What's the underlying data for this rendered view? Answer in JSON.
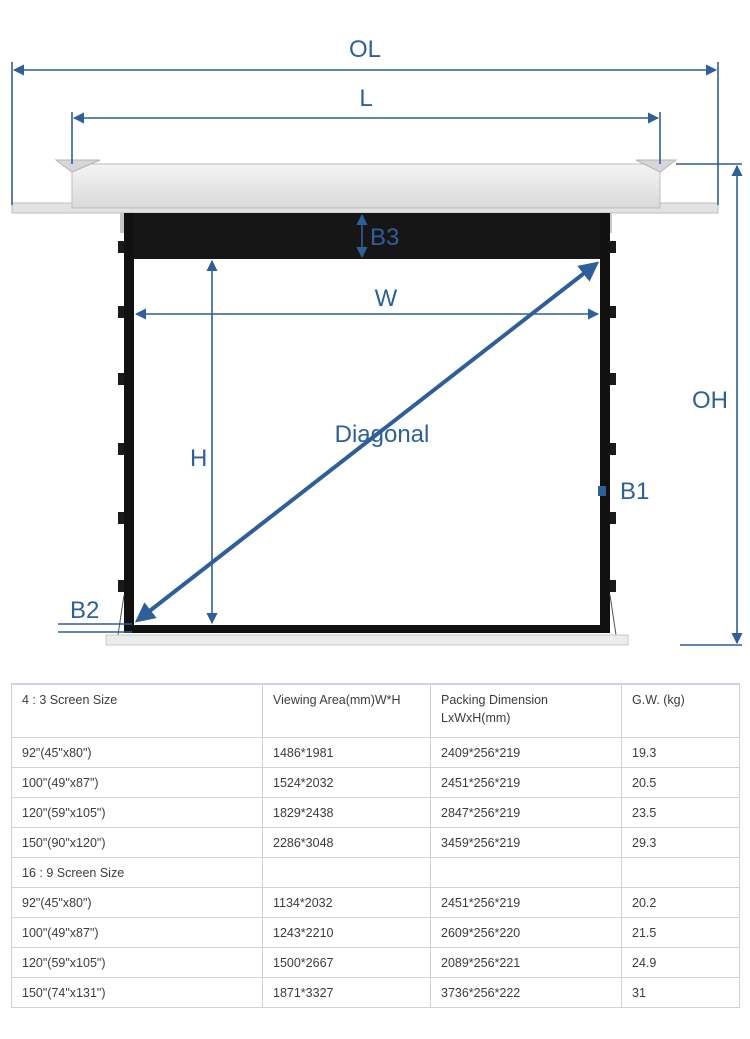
{
  "diagram": {
    "labels": {
      "ol": "OL",
      "l": "L",
      "b3": "B3",
      "w": "W",
      "oh": "OH",
      "diagonal": "Diagonal",
      "h": "H",
      "b1": "B1",
      "b2": "B2"
    },
    "colors": {
      "dimension": "#2f5f9a",
      "housing": "#e6e6e6",
      "frame": "#111111"
    }
  },
  "table": {
    "headers": [
      "4 : 3 Screen Size",
      "Viewing Area(mm)W*H",
      "Packing Dimension LxWxH(mm)",
      "G.W. (kg)"
    ],
    "rows": [
      [
        "92\"(45\"x80\")",
        "1486*1981",
        "2409*256*219",
        "19.3"
      ],
      [
        "100\"(49\"x87\")",
        "1524*2032",
        "2451*256*219",
        "20.5"
      ],
      [
        "120\"(59\"x105\")",
        "1829*2438",
        "2847*256*219",
        "23.5"
      ],
      [
        "150\"(90\"x120\")",
        "2286*3048",
        "3459*256*219",
        "29.3"
      ],
      [
        "16 : 9 Screen Size",
        "",
        "",
        ""
      ],
      [
        "92\"(45\"x80\")",
        "1134*2032",
        "2451*256*219",
        "20.2"
      ],
      [
        "100\"(49\"x87\")",
        "1243*2210",
        "2609*256*220",
        "21.5"
      ],
      [
        "120\"(59\"x105\")",
        "1500*2667",
        "2089*256*221",
        "24.9"
      ],
      [
        "150\"(74\"x131\")",
        "1871*3327",
        "3736*256*222",
        "31"
      ]
    ]
  }
}
